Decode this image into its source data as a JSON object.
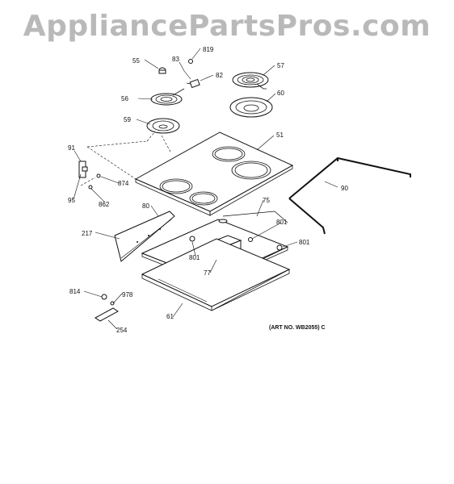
{
  "watermark": "AppliancePartsPros.com",
  "art_no": "(ART NO. WB2055) C",
  "labels": {
    "p55": "55",
    "p83": "83",
    "p819": "819",
    "p57": "57",
    "p82": "82",
    "p56": "56",
    "p60": "60",
    "p59": "59",
    "p51": "51",
    "p91": "91",
    "p874": "874",
    "p95": "95",
    "p862": "862",
    "p90": "90",
    "p80": "80",
    "p75": "75",
    "p217": "217",
    "p801a": "801",
    "p801b": "801",
    "p801c": "801",
    "p77": "77",
    "p814": "814",
    "p978": "978",
    "p61": "61",
    "p254": "254"
  }
}
